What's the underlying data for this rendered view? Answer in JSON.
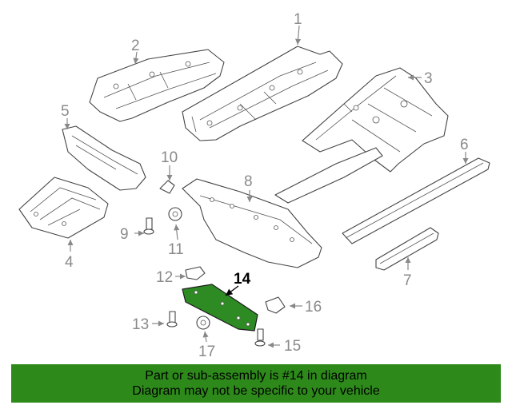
{
  "callouts": {
    "n1": "1",
    "n2": "2",
    "n3": "3",
    "n4": "4",
    "n5": "5",
    "n6": "6",
    "n7": "7",
    "n8": "8",
    "n9": "9",
    "n10": "10",
    "n11": "11",
    "n12": "12",
    "n13": "13",
    "n14": "14",
    "n15": "15",
    "n16": "16",
    "n17": "17"
  },
  "highlight": {
    "part_number": "14",
    "color": "#2e8b23"
  },
  "banner": {
    "line1": "Part or sub-assembly is #14 in diagram",
    "line2": "Diagram may not be specific to your vehicle",
    "background": "#2d8a1a"
  }
}
